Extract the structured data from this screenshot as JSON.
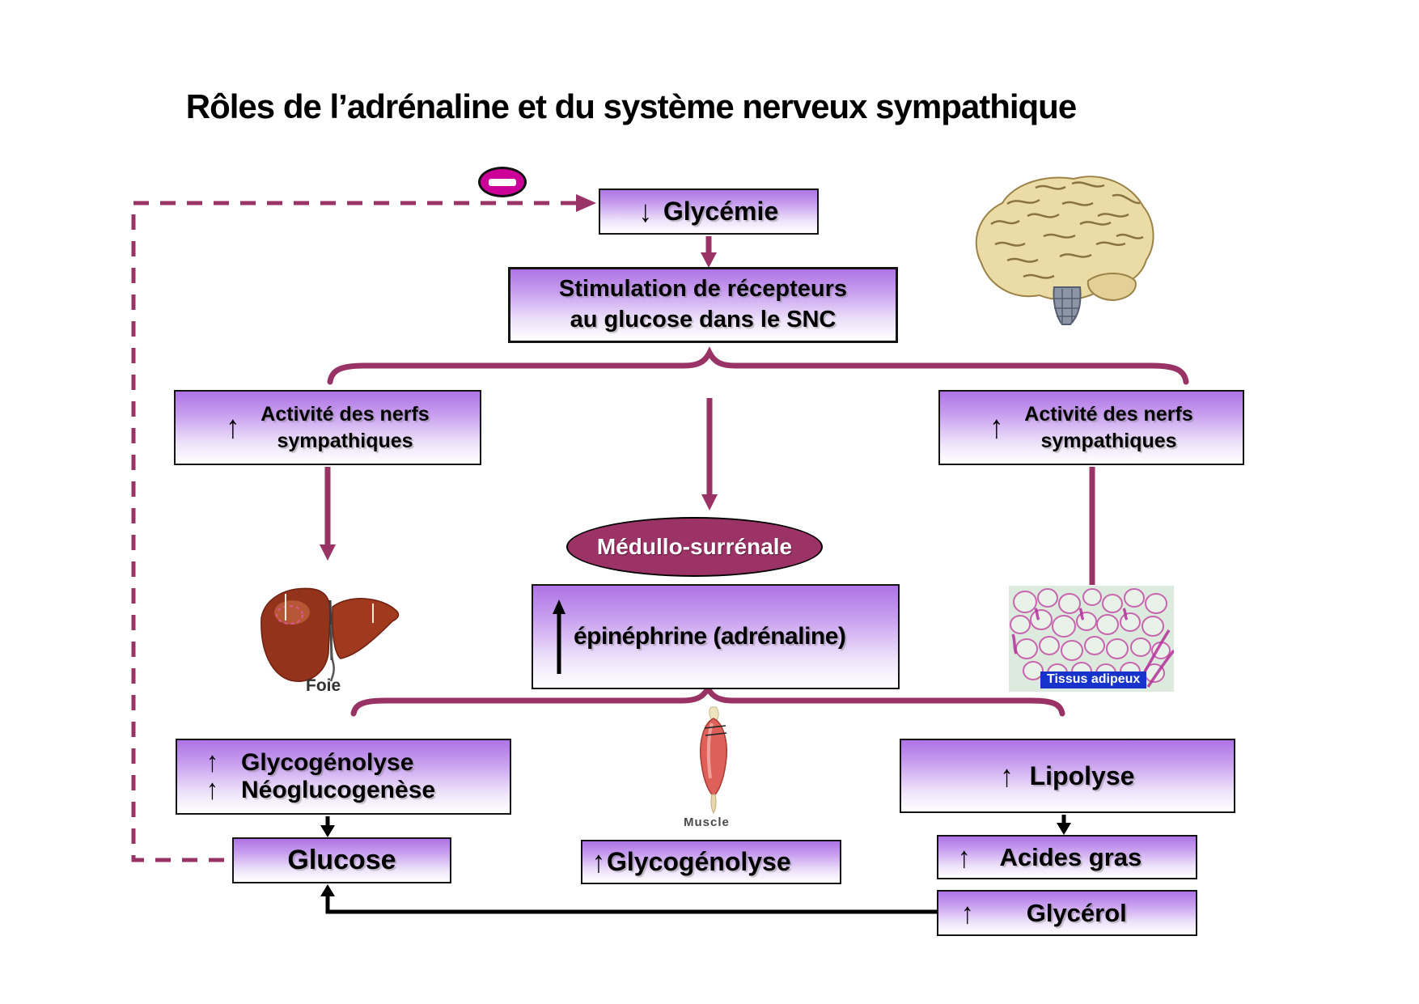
{
  "title": "Rôles de l’adrénaline et du système nerveux sympathique",
  "nodes": {
    "glycemie": {
      "arrow": "↓",
      "label": "Glycémie"
    },
    "stimulation": {
      "line1": "Stimulation de récepteurs",
      "line2": "au glucose dans le SNC"
    },
    "nerfs_left": {
      "arrow": "↑",
      "line1": "Activité des nerfs",
      "line2": "sympathiques"
    },
    "nerfs_right": {
      "arrow": "↑",
      "line1": "Activité des nerfs",
      "line2": "sympathiques"
    },
    "medullo": {
      "label": "Médullo-surrénale"
    },
    "epinephrine": {
      "arrow": "↑",
      "label": "épinéphrine (adrénaline)"
    },
    "glyco_neo": {
      "items": [
        {
          "arrow": "↑",
          "label": "Glycogénolyse"
        },
        {
          "arrow": "↑",
          "label": "Néoglucogenèse"
        }
      ]
    },
    "glucose": {
      "label": "Glucose"
    },
    "muscle_glyco": {
      "arrow": "↑",
      "label": "Glycogénolyse"
    },
    "lipolyse": {
      "arrow": "↑",
      "label": "Lipolyse"
    },
    "acides_gras": {
      "arrow": "↑",
      "label": "Acides gras"
    },
    "glycerol": {
      "arrow": "↑",
      "label": "Glycérol"
    }
  },
  "captions": {
    "foie": "Foie",
    "muscle": "Muscle",
    "tissus_adipeux": "Tissus adipeux"
  },
  "icons": {
    "inhibition": "minus-icon"
  },
  "colors": {
    "connector_maroon": "#993366",
    "inhibition_magenta": "#CC0099",
    "node_purple_top": "#AE73E5",
    "medullo_fill": "#9C3366",
    "tissue_label_blue": "#1733CC",
    "black": "#000000"
  }
}
